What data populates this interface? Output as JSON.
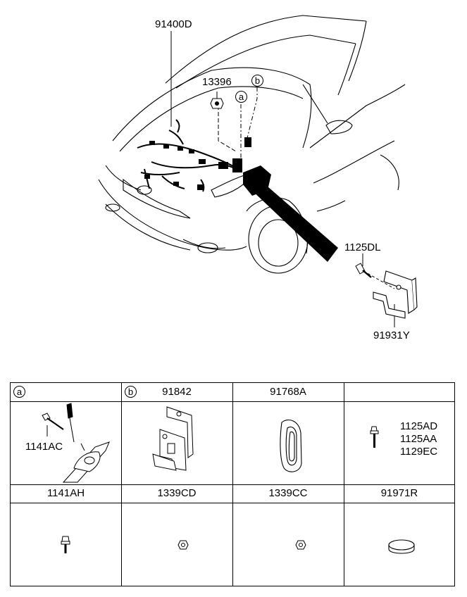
{
  "diagram": {
    "callouts": {
      "harness": "91400D",
      "nut_top": "13396",
      "ref_a": "a",
      "ref_b": "b",
      "bolt": "1125DL",
      "bracket": "91931Y"
    }
  },
  "table": {
    "headers": [
      "a",
      "b",
      "91842",
      "91768A",
      "",
      "1141AH",
      "1339CD",
      "1339CC",
      "91971R"
    ],
    "cell_labels": {
      "a_part": "1141AC",
      "bolt_group": [
        "1125AD",
        "1125AA",
        "1129EC"
      ]
    }
  }
}
